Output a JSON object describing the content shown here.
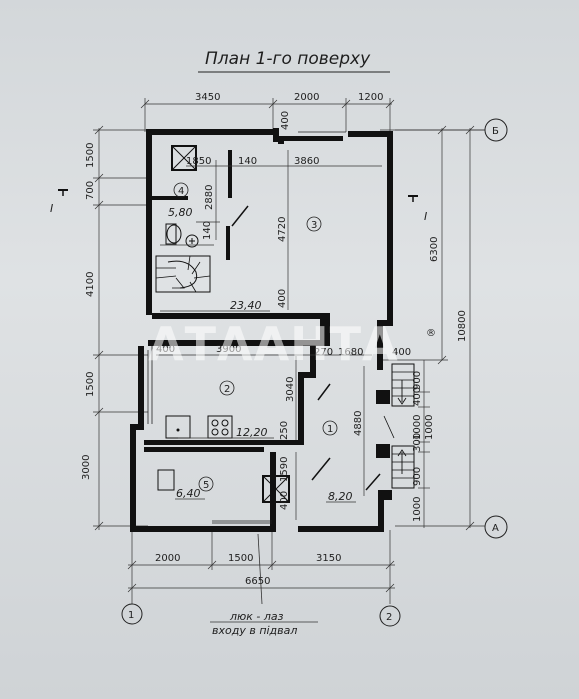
{
  "plan": {
    "title": "План 1-го поверху",
    "caption_line1": "люк - лаз",
    "caption_line2": "входу в підвал",
    "watermark": "АТААНТА",
    "watermark_mark": "®"
  },
  "axes": {
    "b": "Б",
    "a": "А",
    "one": "1",
    "two": "2"
  },
  "section_mark": "I",
  "top_dims": {
    "d1": "3450",
    "d2": "2000",
    "d3": "1200"
  },
  "bottom_dims": {
    "d1": "2000",
    "d2": "1500",
    "d3": "3150",
    "total": "6650"
  },
  "left_dims": {
    "d1": "1500",
    "d2": "700",
    "d3": "4100",
    "d4": "1500",
    "d5": "3000"
  },
  "right_dims": {
    "d1": "6300",
    "d2": "10800",
    "d3": "900",
    "d4": "400",
    "d5": "1000",
    "d6": "300",
    "d7": "1000",
    "d8": "900",
    "d9": "1000"
  },
  "inner_dims": {
    "top_400": "400",
    "w1850": "1850",
    "w140a": "140",
    "w3860": "3860",
    "h2880": "2880",
    "h4720": "4720",
    "w140b": "140",
    "w400a": "400",
    "w400b": "400",
    "w3900": "3900",
    "w270": "270",
    "w1680": "1680",
    "w400c": "400",
    "h3040": "3040",
    "h4880": "4880",
    "h250": "250",
    "h1590": "1590",
    "w400d": "400"
  },
  "rooms": [
    {
      "num": "4",
      "area": "5,80"
    },
    {
      "num": "3",
      "area": "23,40"
    },
    {
      "num": "2",
      "area": "12,20"
    },
    {
      "num": "1",
      "area": "8,20"
    },
    {
      "num": "5",
      "area": "6,40"
    }
  ]
}
